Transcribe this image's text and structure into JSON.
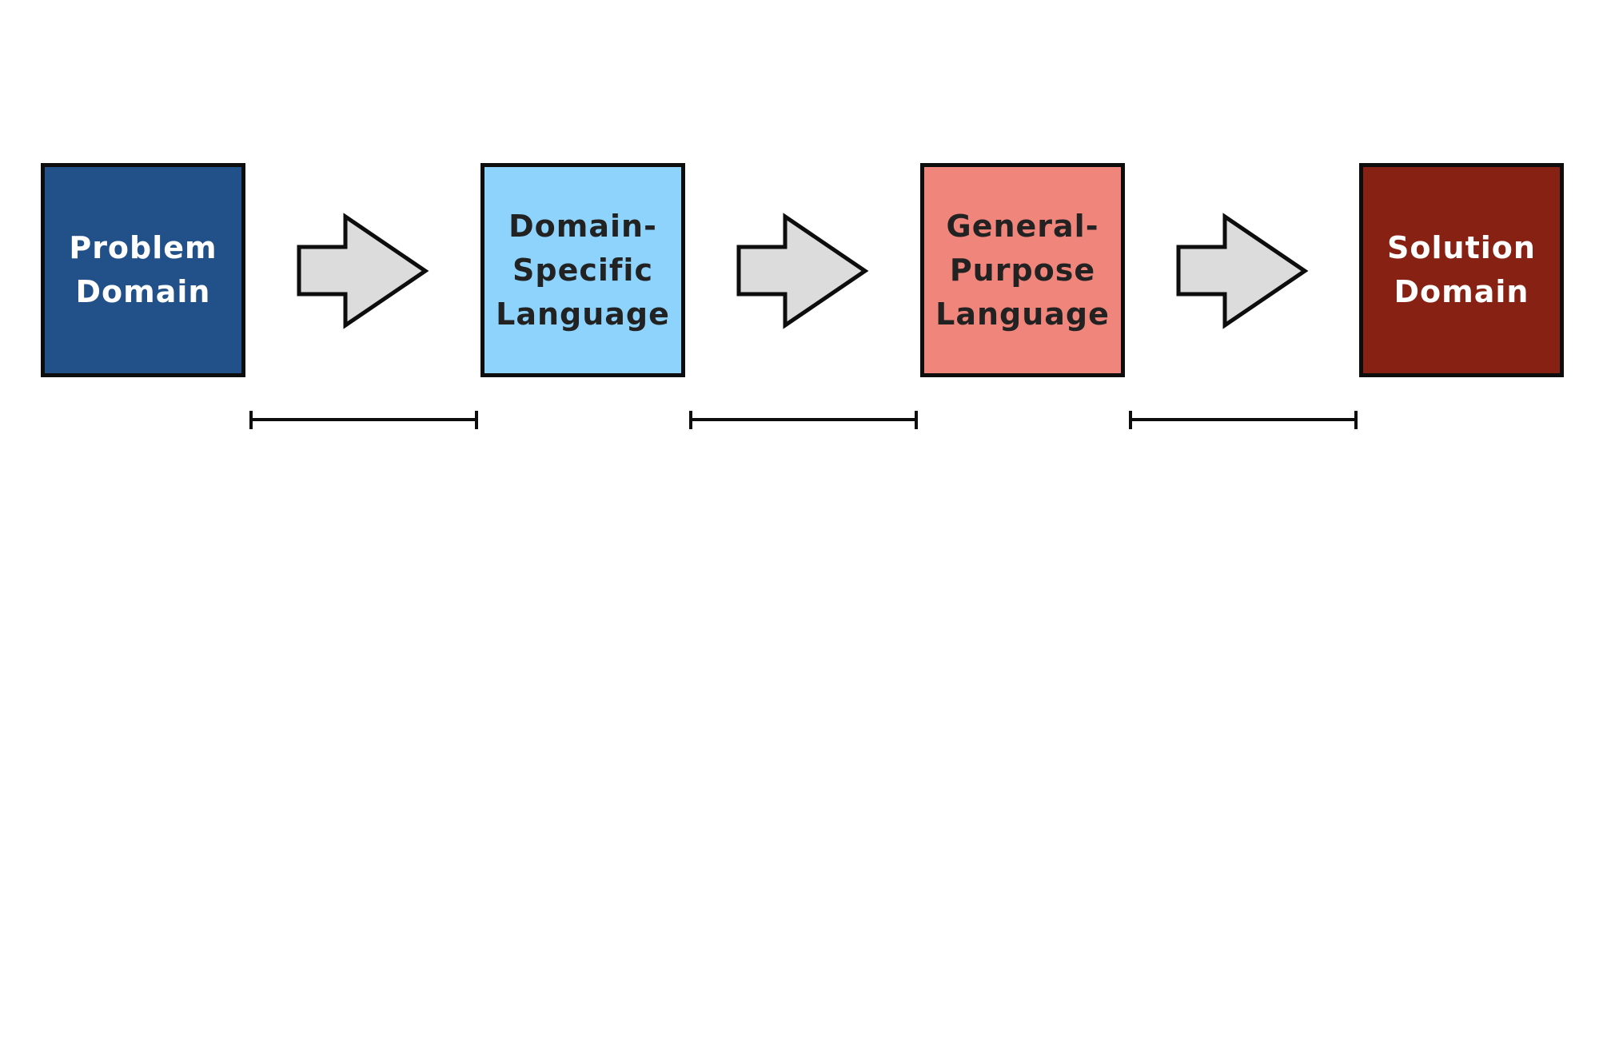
{
  "diagram": {
    "boxes": [
      {
        "label": "Problem\nDomain",
        "fill": "#22518a",
        "text_color": "#ffffff"
      },
      {
        "label": "Domain-\nSpecific\nLanguage",
        "fill": "#8dd3fc",
        "text_color": "#222222"
      },
      {
        "label": "General-\nPurpose\nLanguage",
        "fill": "#f0857c",
        "text_color": "#222222"
      },
      {
        "label": "Solution\nDomain",
        "fill": "#872114",
        "text_color": "#ffffff"
      }
    ],
    "arrows": [
      {
        "icon": "right-arrow-icon",
        "fill": "#dcdcdd"
      },
      {
        "icon": "right-arrow-icon",
        "fill": "#dcdcdd"
      },
      {
        "icon": "right-arrow-icon",
        "fill": "#dcdcdd"
      }
    ],
    "brackets": [
      {
        "icon": "span-bracket"
      },
      {
        "icon": "span-bracket"
      },
      {
        "icon": "span-bracket"
      }
    ],
    "outline_color": "#0d0d0d"
  }
}
